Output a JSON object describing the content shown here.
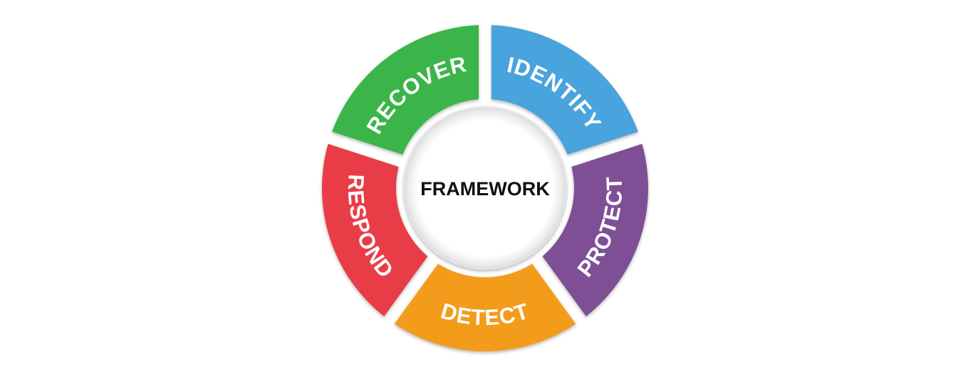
{
  "center": {
    "label": "FRAMEWORK"
  },
  "segments": [
    {
      "label": "IDENTIFY",
      "color": "#4aa3dc"
    },
    {
      "label": "PROTECT",
      "color": "#7f4f96"
    },
    {
      "label": "DETECT",
      "color": "#f39c1f"
    },
    {
      "label": "RESPOND",
      "color": "#e83e47"
    },
    {
      "label": "RECOVER",
      "color": "#3ab54a"
    }
  ]
}
